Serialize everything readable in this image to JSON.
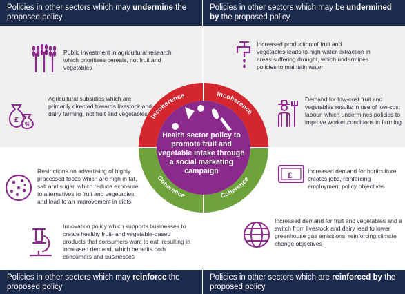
{
  "colors": {
    "navy": "#1c2b4c",
    "purple": "#8a2a8a",
    "red": "#d4262e",
    "green": "#6ea33c",
    "quad_bg": "#efefef"
  },
  "banners": {
    "top_left": {
      "pre": "Policies in other sectors which may ",
      "bold": "undermine",
      "post": " the proposed policy"
    },
    "top_right": {
      "pre": "Policies in other sectors which may be ",
      "bold": "undermined by",
      "post": " the proposed policy"
    },
    "bottom_left": {
      "pre": "Policies in other sectors which may ",
      "bold": "reinforce",
      "post": " the proposed policy"
    },
    "bottom_right": {
      "pre": "Policies in other sectors which are ",
      "bold": "reinforced by",
      "post": " the proposed policy"
    }
  },
  "items": {
    "tl1": {
      "icon": "wheat-icon",
      "text": "Public investment in agricultural research which prioritises cereals, not fruit and vegetables"
    },
    "tl2": {
      "icon": "money-bags-icon",
      "text": "Agricultural subsidies which are primarily directed towards livestock and dairy farming, not fruit and vegetables"
    },
    "tr1": {
      "icon": "water-tap-icon",
      "text": "Increased production of fruit and vegetables leads to high water extraction in areas suffering drought, which undermines policies to maintain water"
    },
    "tr2": {
      "icon": "farmer-icon",
      "text": "Demand for low-cost fruit and vegetables results in use of low-cost labour, which undermines policies to improve worker conditions in farming"
    },
    "bl1": {
      "icon": "cookie-icon",
      "text": "Restrictions on advertising of highly processed foods which are high in fat, salt and sugar, which reduce exposure to alternatives to fruit and vegetables, and lead to an improvement in diets"
    },
    "bl2": {
      "icon": "microscope-icon",
      "text": "Innovation policy which supports businesses to create healthy fruit- and vegetable-based products that consumers want to eat, resulting in increased demand, which benefits both consumers and businesses"
    },
    "br1": {
      "icon": "banknote-icon",
      "text": "Increased demand for horticulture creates jobs, reinforcing employment policy objectives"
    },
    "br2": {
      "icon": "globe-icon",
      "text": "Increased demand for fruit and vegetables and a switch from livestock and dairy lead to lower greenhouse gas emissions, reinforcing climate change objectives"
    }
  },
  "ring": {
    "incoherence_left": "Incoherence",
    "incoherence_right": "Incoherence",
    "coherence_left": "Coherence",
    "coherence_right": "Coherence"
  },
  "center": {
    "text": "Health sector policy to promote fruit and vegetable intake through a social marketing campaign"
  }
}
